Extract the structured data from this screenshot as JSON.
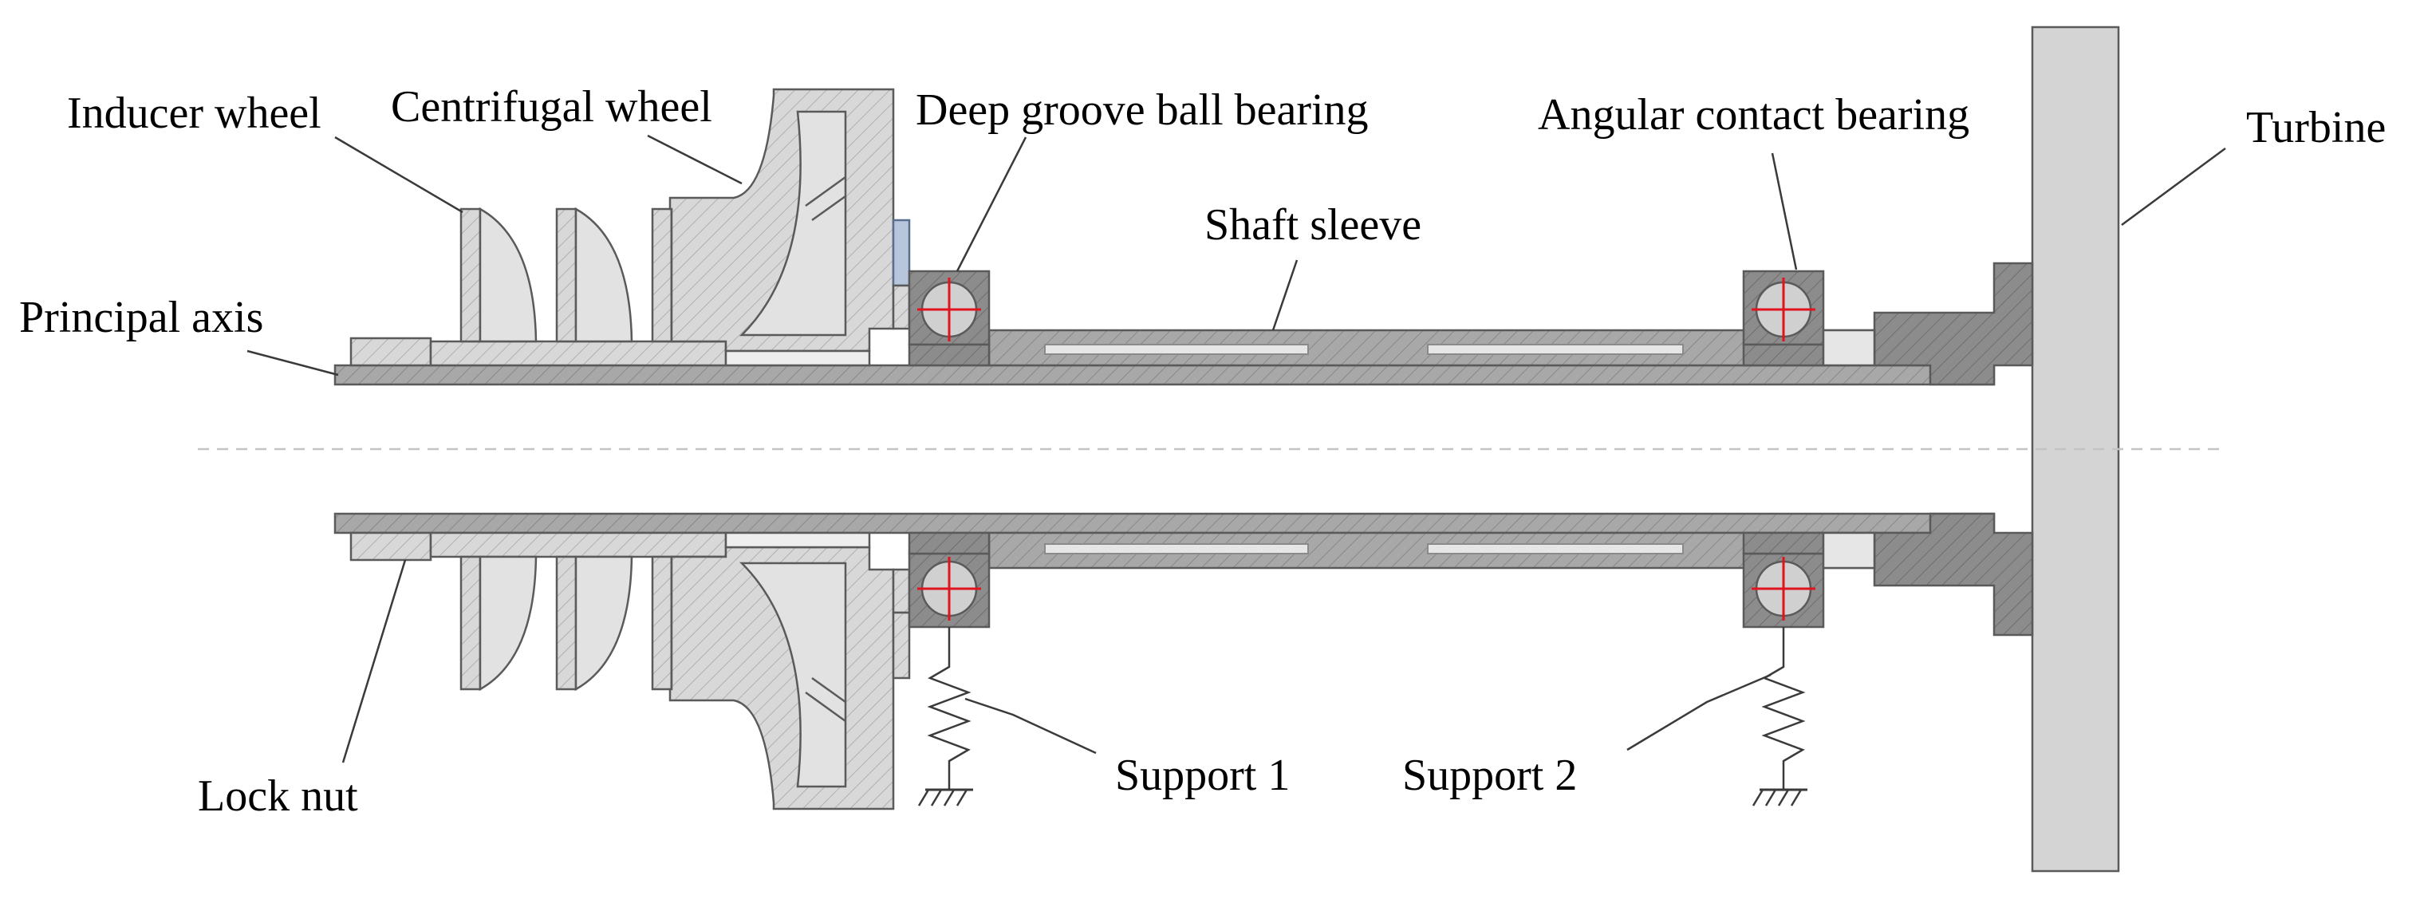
{
  "labels": {
    "inducer_wheel": "Inducer wheel",
    "centrifugal_wheel": "Centrifugal wheel",
    "deep_groove_ball_bearing": "Deep groove ball bearing",
    "angular_contact_bearing": "Angular contact bearing",
    "turbine": "Turbine",
    "shaft_sleeve": "Shaft sleeve",
    "principal_axis": "Principal axis",
    "lock_nut": "Lock nut",
    "support_1": "Support 1",
    "support_2": "Support 2"
  },
  "colors": {
    "light_part": "#d8d8d8",
    "dark_part": "#8c8c8c",
    "turbine": "#d4d4d4",
    "bearing_cross": "#e0141e",
    "seal": "#b8c6dc"
  }
}
